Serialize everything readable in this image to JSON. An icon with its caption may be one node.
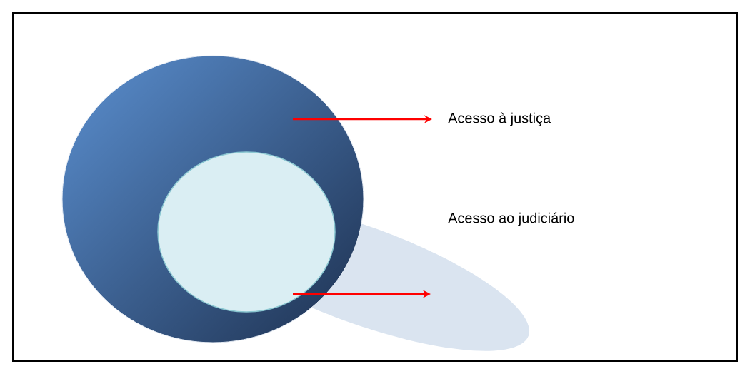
{
  "diagram": {
    "nodes": [
      {
        "text": [],
        "shape": "circle"
      },
      {
        "text": [],
        "shape": "circle",
        "in": 0
      },
      {
        "text": [
          "Acesso à justiça"
        ]
      },
      {
        "text": [
          "Acesso ao judiciário"
        ]
      }
    ],
    "edges": [
      {
        "from": 0,
        "to": 2,
        "arrow": "to",
        "color": "#ff0000"
      },
      {
        "from": 1,
        "to": null,
        "arrow": "to",
        "color": "#ff0000"
      }
    ]
  }
}
